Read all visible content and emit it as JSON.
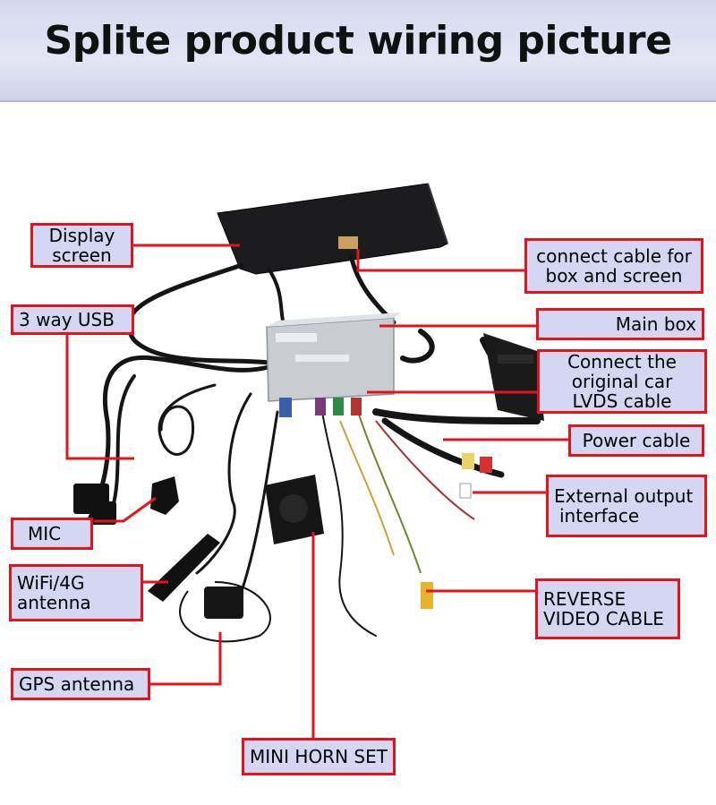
{
  "title": "Splite product wiring picture",
  "labels": {
    "display_screen": [
      "Display",
      "screen"
    ],
    "connect_cable": [
      "connect cable for",
      "box and screen"
    ],
    "usb": [
      "3 way USB"
    ],
    "main_box": [
      "Main box"
    ],
    "lvds": [
      "Connect the",
      "original car",
      "LVDS cable"
    ],
    "power": [
      "Power cable"
    ],
    "external": [
      "External output",
      "interface"
    ],
    "mic": [
      "MIC"
    ],
    "wifi": [
      "WiFi/4G",
      "antenna"
    ],
    "reverse": [
      "REVERSE",
      "VIDEO CABLE"
    ],
    "gps": [
      "GPS antenna"
    ],
    "horn": [
      "MINI HORN SET"
    ]
  },
  "colors": {
    "label_bg": "#d4d6f2",
    "label_border": "#e0151b",
    "leader": "#e0151b",
    "header_bg": "#dcdef2"
  }
}
